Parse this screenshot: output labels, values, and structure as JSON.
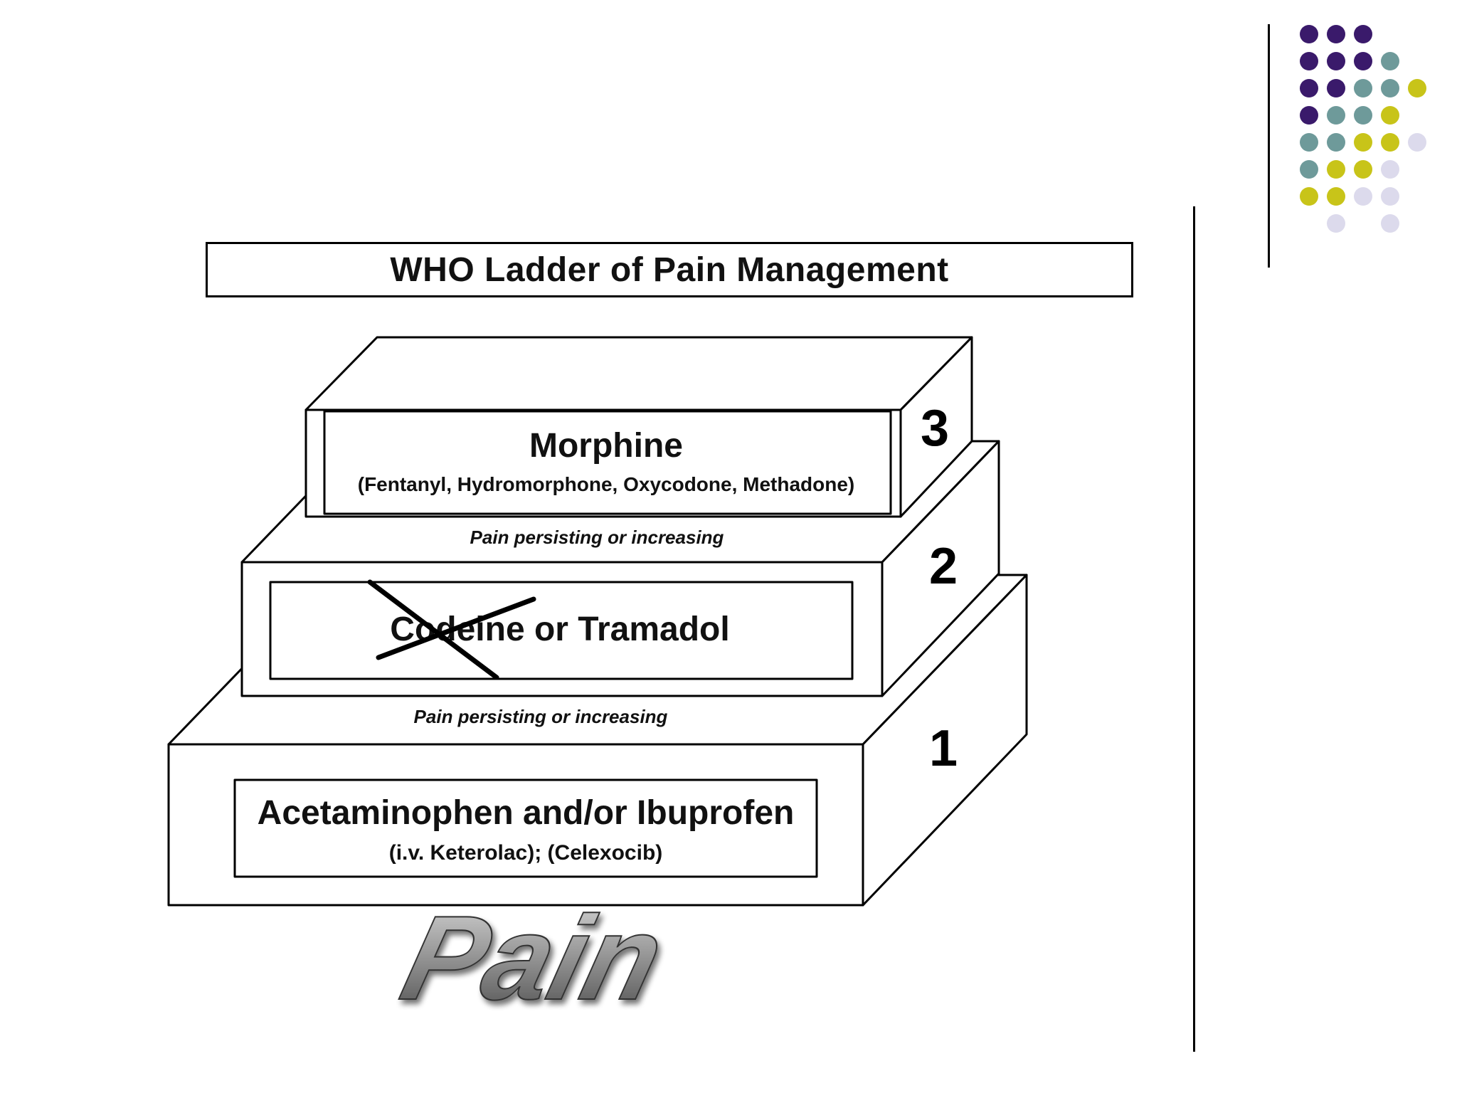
{
  "title": "WHO Ladder of Pain Management",
  "steps": [
    {
      "number": "1",
      "main": "Acetaminophen and/or Ibuprofen",
      "sub": "(i.v. Keterolac); (Celexocib)"
    },
    {
      "number": "2",
      "main": "Codeine or Tramadol",
      "crossed_out": "Codeine"
    },
    {
      "number": "3",
      "main": "Morphine",
      "sub": "(Fentanyl, Hydromorphone, Oxycodone, Methadone)"
    }
  ],
  "transitions": [
    "Pain persisting or increasing",
    "Pain persisting or increasing"
  ],
  "footer_word": "Pain",
  "colors": {
    "purple": "#3a1a6b",
    "teal": "#6e9a9a",
    "olive": "#c8c419",
    "lavender": "#dcdaec",
    "line": "#000000"
  },
  "dot_grid": [
    [
      "purple",
      "purple",
      "purple",
      "",
      "",
      ""
    ],
    [
      "purple",
      "purple",
      "purple",
      "teal",
      "",
      ""
    ],
    [
      "purple",
      "purple",
      "teal",
      "teal",
      "olive",
      ""
    ],
    [
      "purple",
      "teal",
      "teal",
      "olive",
      "",
      ""
    ],
    [
      "teal",
      "teal",
      "olive",
      "olive",
      "lavender",
      ""
    ],
    [
      "teal",
      "olive",
      "olive",
      "lavender",
      "",
      ""
    ],
    [
      "olive",
      "olive",
      "lavender",
      "lavender",
      "",
      ""
    ],
    [
      "",
      "lavender",
      "",
      "lavender",
      "",
      ""
    ]
  ]
}
